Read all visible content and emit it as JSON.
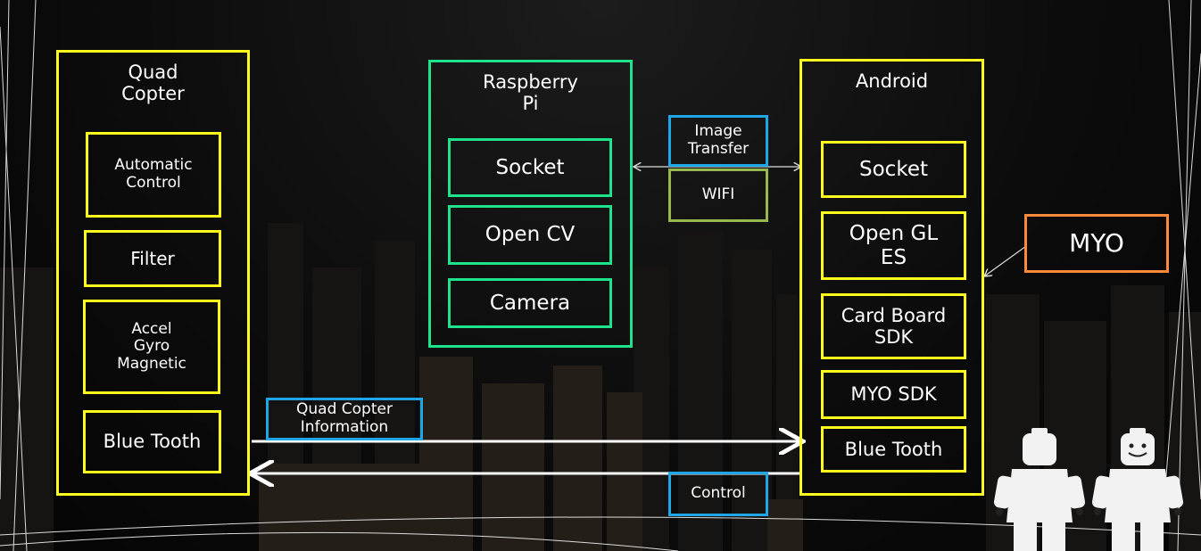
{
  "quadcopter": {
    "title": "Quad\nCopter",
    "modules": [
      "Automatic\nControl",
      "Filter",
      "Accel\nGyro\nMagnetic",
      "Blue Tooth"
    ]
  },
  "raspberry": {
    "title": "Raspberry\nPi",
    "modules": [
      "Socket",
      "Open CV",
      "Camera"
    ]
  },
  "android": {
    "title": "Android",
    "modules": [
      "Socket",
      "Open GL\nES",
      "Card Board\nSDK",
      "MYO SDK",
      "Blue Tooth"
    ]
  },
  "myo": {
    "label": "MYO"
  },
  "links": {
    "image_transfer": "Image\nTransfer",
    "wifi": "WIFI",
    "quad_info": "Quad Copter\nInformation",
    "control": "Control"
  },
  "colors": {
    "quadcopter": "#ffff1e",
    "raspberry": "#1ee38a",
    "android": "#ffff1e",
    "link": "#1ea6e6",
    "wifi": "#98b84e",
    "myo": "#ff8a3c"
  }
}
